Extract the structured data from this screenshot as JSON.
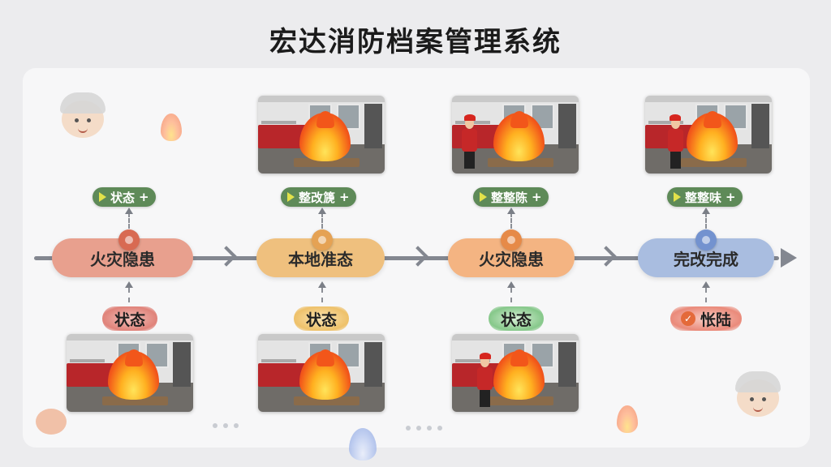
{
  "title": "宏达消防档案管理系统",
  "stages": [
    {
      "label": "火灾隐患",
      "color": "#e8a08e",
      "dot": "#d86a52"
    },
    {
      "label": "本地准态",
      "color": "#efc07e",
      "dot": "#e5a254"
    },
    {
      "label": "火灾隐患",
      "color": "#f4b482",
      "dot": "#e68a48"
    },
    {
      "label": "完改完成",
      "color": "#a9bde0",
      "dot": "#7392cf"
    }
  ],
  "top_tags": [
    {
      "label": "状态"
    },
    {
      "label": "整改篪"
    },
    {
      "label": "整整陈"
    },
    {
      "label": "整整味"
    }
  ],
  "bottom_tags": [
    {
      "label": "状态",
      "glow": "#e0837a"
    },
    {
      "label": "状态",
      "glow": "#eec16a"
    },
    {
      "label": "状态",
      "glow": "#86c88a"
    },
    {
      "label": "怅陆",
      "glow": "#ea8a7a"
    }
  ],
  "plus_symbol": "+",
  "check_symbol": "✓",
  "icons": [
    "play-icon",
    "check-icon",
    "flame-icon",
    "firefighter-mascot-icon"
  ]
}
